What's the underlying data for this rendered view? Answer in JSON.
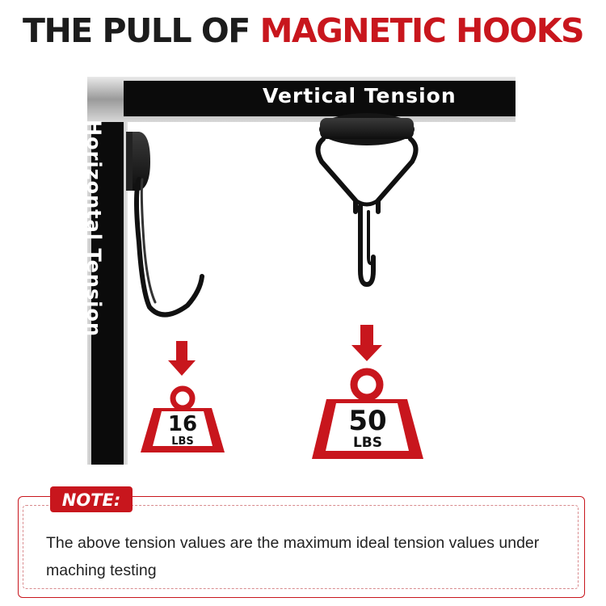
{
  "title": {
    "prefix": "THE PULL OF ",
    "highlight": "MAGNETIC HOOKS"
  },
  "labels": {
    "horizontal": "Horizontal Tension",
    "vertical": "Vertical Tension"
  },
  "weights": {
    "horizontal": {
      "value": "16",
      "unit": "LBS"
    },
    "vertical": {
      "value": "50",
      "unit": "LBS"
    }
  },
  "note": {
    "tag": "NOTE:",
    "text": "The above tension values are the maximum ideal tension values under maching testing"
  },
  "colors": {
    "accent": "#c8161d",
    "dark": "#111111"
  },
  "icons": [
    "magnet-hook-icon",
    "arrow-down-icon",
    "weight-icon"
  ]
}
